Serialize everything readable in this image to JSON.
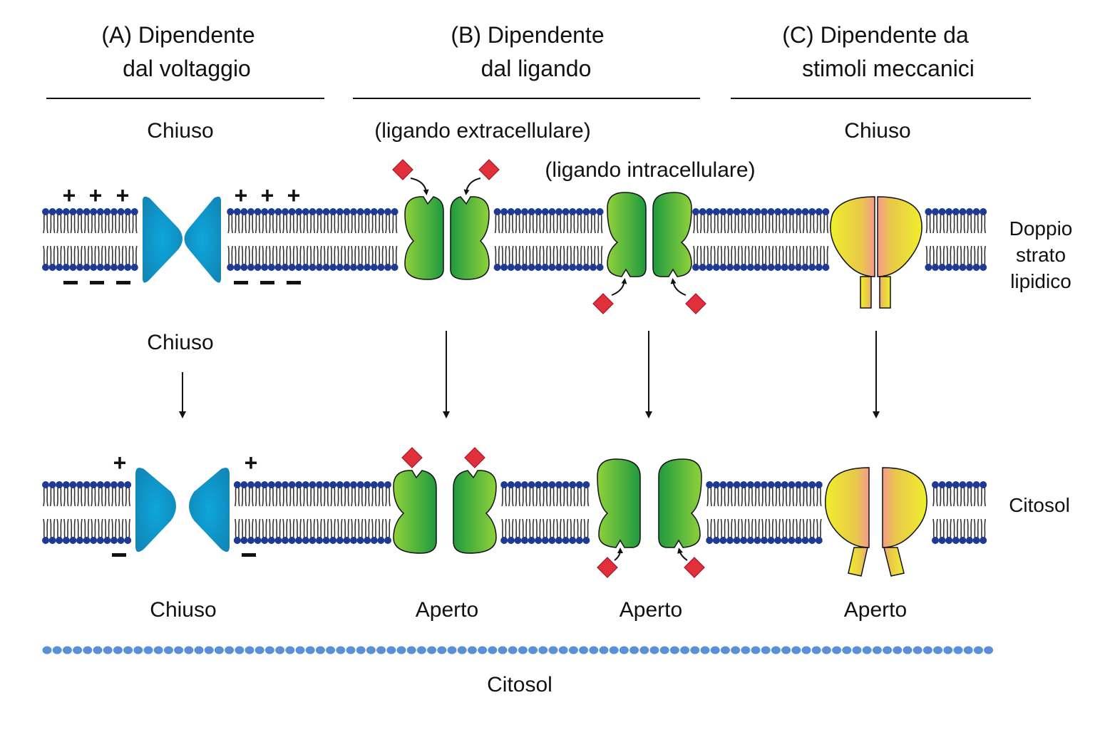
{
  "headers": {
    "a": {
      "line1": "(A) Dipendente",
      "line2": "dal voltaggio"
    },
    "b": {
      "line1": "(B) Dipendente",
      "line2": "dal ligando"
    },
    "c": {
      "line1": "(C) Dipendente da",
      "line2": "stimoli meccanici"
    }
  },
  "top_labels": {
    "a": "Chiuso",
    "b_extra": "(ligando extracellulare)",
    "b_intra": "(ligando intracellulare)",
    "c": "Chiuso"
  },
  "mid_label_a": "Chiuso",
  "bottom_labels": {
    "a": "Chiuso",
    "b1": "Aperto",
    "b2": "Aperto",
    "c": "Aperto"
  },
  "side_labels": {
    "membrane_line1": "Doppio",
    "membrane_line2": "strato",
    "membrane_line3": "lipidico",
    "cytosol_right": "Citosol"
  },
  "footer_label": "Citosol",
  "charges": {
    "plus": "+",
    "minus": "−"
  },
  "colors": {
    "lipid_head": "#1f3a93",
    "voltage_channel": "#0d9fd1",
    "ligand_channel": "#3db33d",
    "ligand": "#e0303c",
    "mechanical_channel": "#eee033",
    "mechanical_accent": "#f2a08a",
    "cytosol_dots": "#5b8fd6"
  }
}
